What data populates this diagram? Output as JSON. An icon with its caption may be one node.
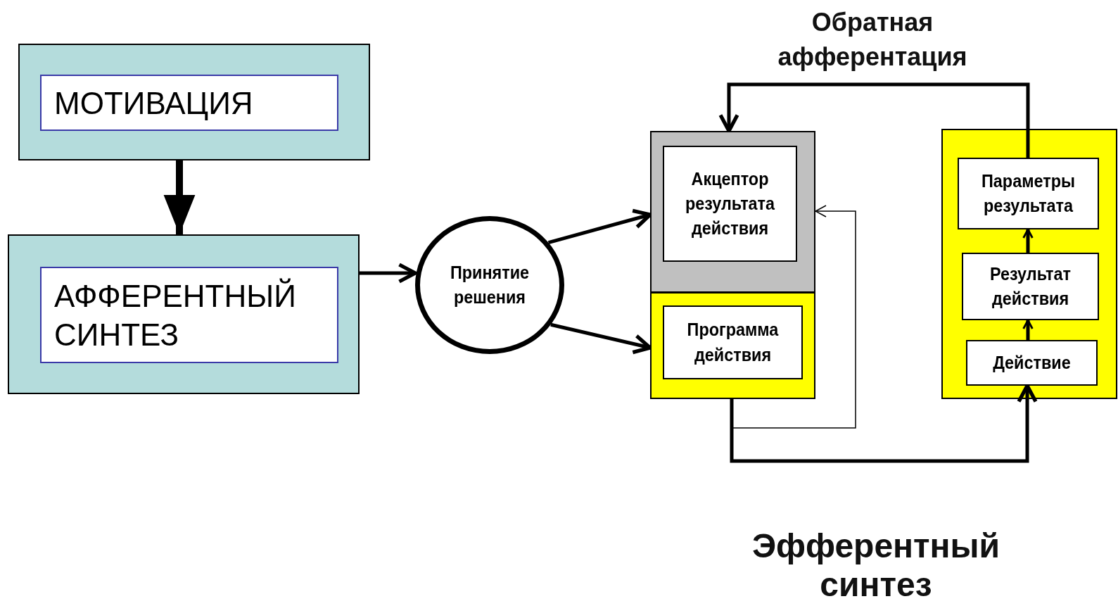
{
  "diagram": {
    "nodes": [
      {
        "text": [],
        "shape": "box"
      },
      {
        "text": [
          "МОТИВАЦИЯ"
        ],
        "in": 0
      },
      {
        "text": [],
        "shape": "box"
      },
      {
        "text": [
          "АФФЕРЕНТНЫЙ СИНТЕЗ"
        ],
        "in": 2
      },
      {
        "text": [
          "Принятие решения"
        ]
      },
      {
        "text": [],
        "shape": "box"
      },
      {
        "text": [
          "Акцептор результата действия"
        ],
        "in": 5
      },
      {
        "text": [],
        "shape": "box"
      },
      {
        "text": [
          "Программа действия"
        ],
        "in": 7
      },
      {
        "text": [],
        "shape": "box"
      },
      {
        "text": [
          "Параметры результата"
        ],
        "in": 9
      },
      {
        "text": [
          "Результат действия"
        ],
        "in": 9
      },
      {
        "text": [
          "Действие"
        ],
        "in": 9
      }
    ],
    "edges": [
      {
        "from": 0,
        "to": 2,
        "arrow": "to",
        "style": "thick"
      },
      {
        "from": 2,
        "to": 4,
        "arrow": "to"
      },
      {
        "from": 4,
        "to": 5,
        "arrow": "to"
      },
      {
        "from": 4,
        "to": 7,
        "arrow": "to"
      },
      {
        "from": 7,
        "to": 12,
        "arrow": "to"
      },
      {
        "from": 7,
        "to": 5,
        "arrow": "to"
      },
      {
        "from": 10,
        "to": 5,
        "arrow": "to",
        "label": "Обратная афферентация"
      },
      {
        "from": 12,
        "to": 11,
        "arrow": "to"
      },
      {
        "from": 11,
        "to": 10,
        "arrow": "to"
      }
    ],
    "labels": [
      "Эфферентный синтез"
    ]
  }
}
